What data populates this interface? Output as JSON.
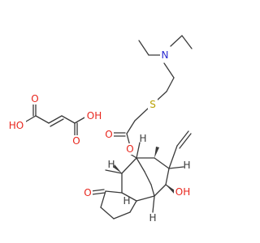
{
  "diagram": {
    "type": "skeletal-structure",
    "atom_labels": {
      "n_amine": "N",
      "s_thioether": "S",
      "o_ester_carbonyl": "O",
      "o_ester": "O",
      "ho_hydroxyl": "OH",
      "o_ketone": "O",
      "oh_acid_left": "HO",
      "o_acid_left": "O",
      "o_acid_right": "O",
      "oh_acid_right": "OH"
    },
    "stereo_h_labels": {
      "h1": "H",
      "h2": "H",
      "h3": "H",
      "h4": "H",
      "h5": "H"
    },
    "colors": {
      "bond": "#3a3a3a",
      "nitrogen": "#2a2ad0",
      "sulfur": "#b8a000",
      "oxygen": "#e8261d",
      "stereo_h": "#3a3a3a"
    }
  }
}
